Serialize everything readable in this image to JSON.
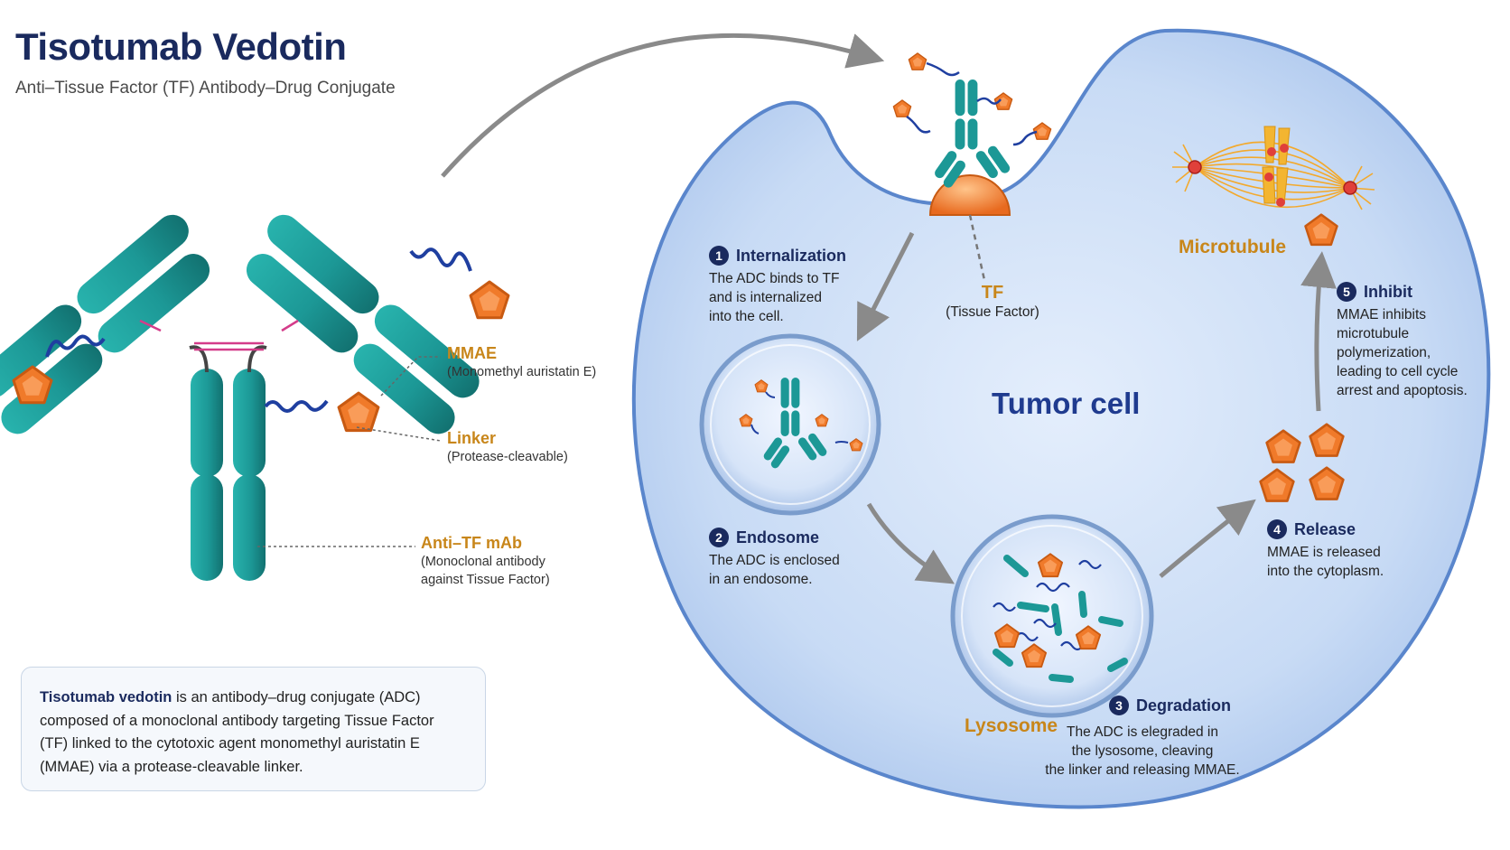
{
  "header": {
    "title": "Tisotumab Vedotin",
    "subtitle": "Anti–Tissue Factor (TF) Antibody–Drug Conjugate"
  },
  "adc_labels": {
    "mmae": {
      "name": "MMAE",
      "desc": "(Monomethyl auristatin E)"
    },
    "linker": {
      "name": "Linker",
      "desc": "(Protease-cleavable)"
    },
    "antibody": {
      "name": "Anti–TF mAb",
      "desc_line1": "(Monoclonal antibody",
      "desc_line2": "against Tissue Factor)"
    }
  },
  "cell": {
    "name": "Tumor cell",
    "tf_label": "TF",
    "tf_desc": "(Tissue Factor)",
    "lysosome_label": "Lysosome",
    "microtubule_label": "Microtubule"
  },
  "steps": [
    {
      "num": "1",
      "title": "Internalization",
      "lines": [
        "The ADC binds to TF",
        "and is internalized",
        "into the cell."
      ]
    },
    {
      "num": "2",
      "title": "Endosome",
      "lines": [
        "The ADC is enclosed",
        "in an endosome."
      ]
    },
    {
      "num": "3",
      "title": "Degradation",
      "lines": [
        "The ADC is elegraded in",
        "the lysosome, cleaving",
        "the linker and releasing MMAE."
      ]
    },
    {
      "num": "4",
      "title": "Release",
      "lines": [
        "MMAE is released",
        "into the cytoplasm."
      ]
    },
    {
      "num": "5",
      "title": "Inhibit",
      "lines": [
        "MMAE inhibits",
        "microtubule",
        "polymerization,",
        "leading to cell cycle",
        "arrest and apoptosis."
      ]
    }
  ],
  "summary": {
    "bold_lead": "Tisotumab vedotin",
    "rest_line1": " is an antibody–drug conjugate (ADC)",
    "line2": "composed of a monoclonal antibody targeting Tissue Factor",
    "line3": "(TF) linked to the cytotoxic agent monomethyl auristatin E",
    "line4": "(MMAE) via a protease-cleavable linker."
  },
  "colors": {
    "title": "#1a2a5e",
    "antibody": "#1f9c9a",
    "antibody_dark": "#13706f",
    "linker": "#1f3fa0",
    "payload": "#f07a2a",
    "label_orange": "#c8861a",
    "cell_fill": "#c9dcf5",
    "cell_stroke": "#5a86cc",
    "arrow": "#8a8a8a"
  }
}
